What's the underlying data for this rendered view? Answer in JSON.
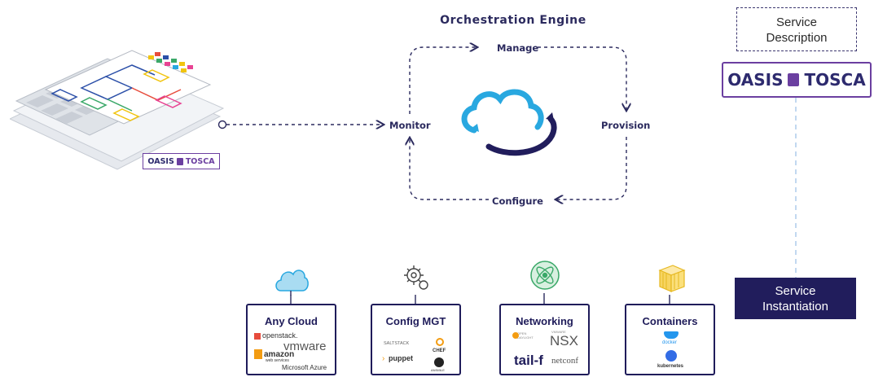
{
  "orchestration": {
    "title": "Orchestration Engine",
    "cycle": {
      "manage": "Manage",
      "provision": "Provision",
      "configure": "Configure",
      "monitor": "Monitor"
    }
  },
  "tosca_badge": {
    "left": "OASIS",
    "right": "TOSCA"
  },
  "right_column": {
    "service_description": [
      "Service",
      "Description"
    ],
    "service_instantiation": [
      "Service",
      "Instantiation"
    ]
  },
  "cards": [
    {
      "title": "Any Cloud",
      "logos": [
        "openstack.",
        "vmware",
        "amazon",
        "web services",
        "Microsoft Azure"
      ]
    },
    {
      "title": "Config MGT",
      "logos": [
        "SALTSTACK",
        "CHEF",
        "puppet",
        "ANSIBLE"
      ]
    },
    {
      "title": "Networking",
      "logos": [
        "OPEN DAYLIGHT",
        "VMWARE",
        "NSX",
        "tail-f",
        "netconf"
      ]
    },
    {
      "title": "Containers",
      "logos": [
        "docker",
        "kubernetes"
      ]
    }
  ],
  "colors": {
    "navy": "#211d5c",
    "purple": "#6b3fa0",
    "cloud_blue": "#29a8e0",
    "icon_green": "#3aa868"
  }
}
